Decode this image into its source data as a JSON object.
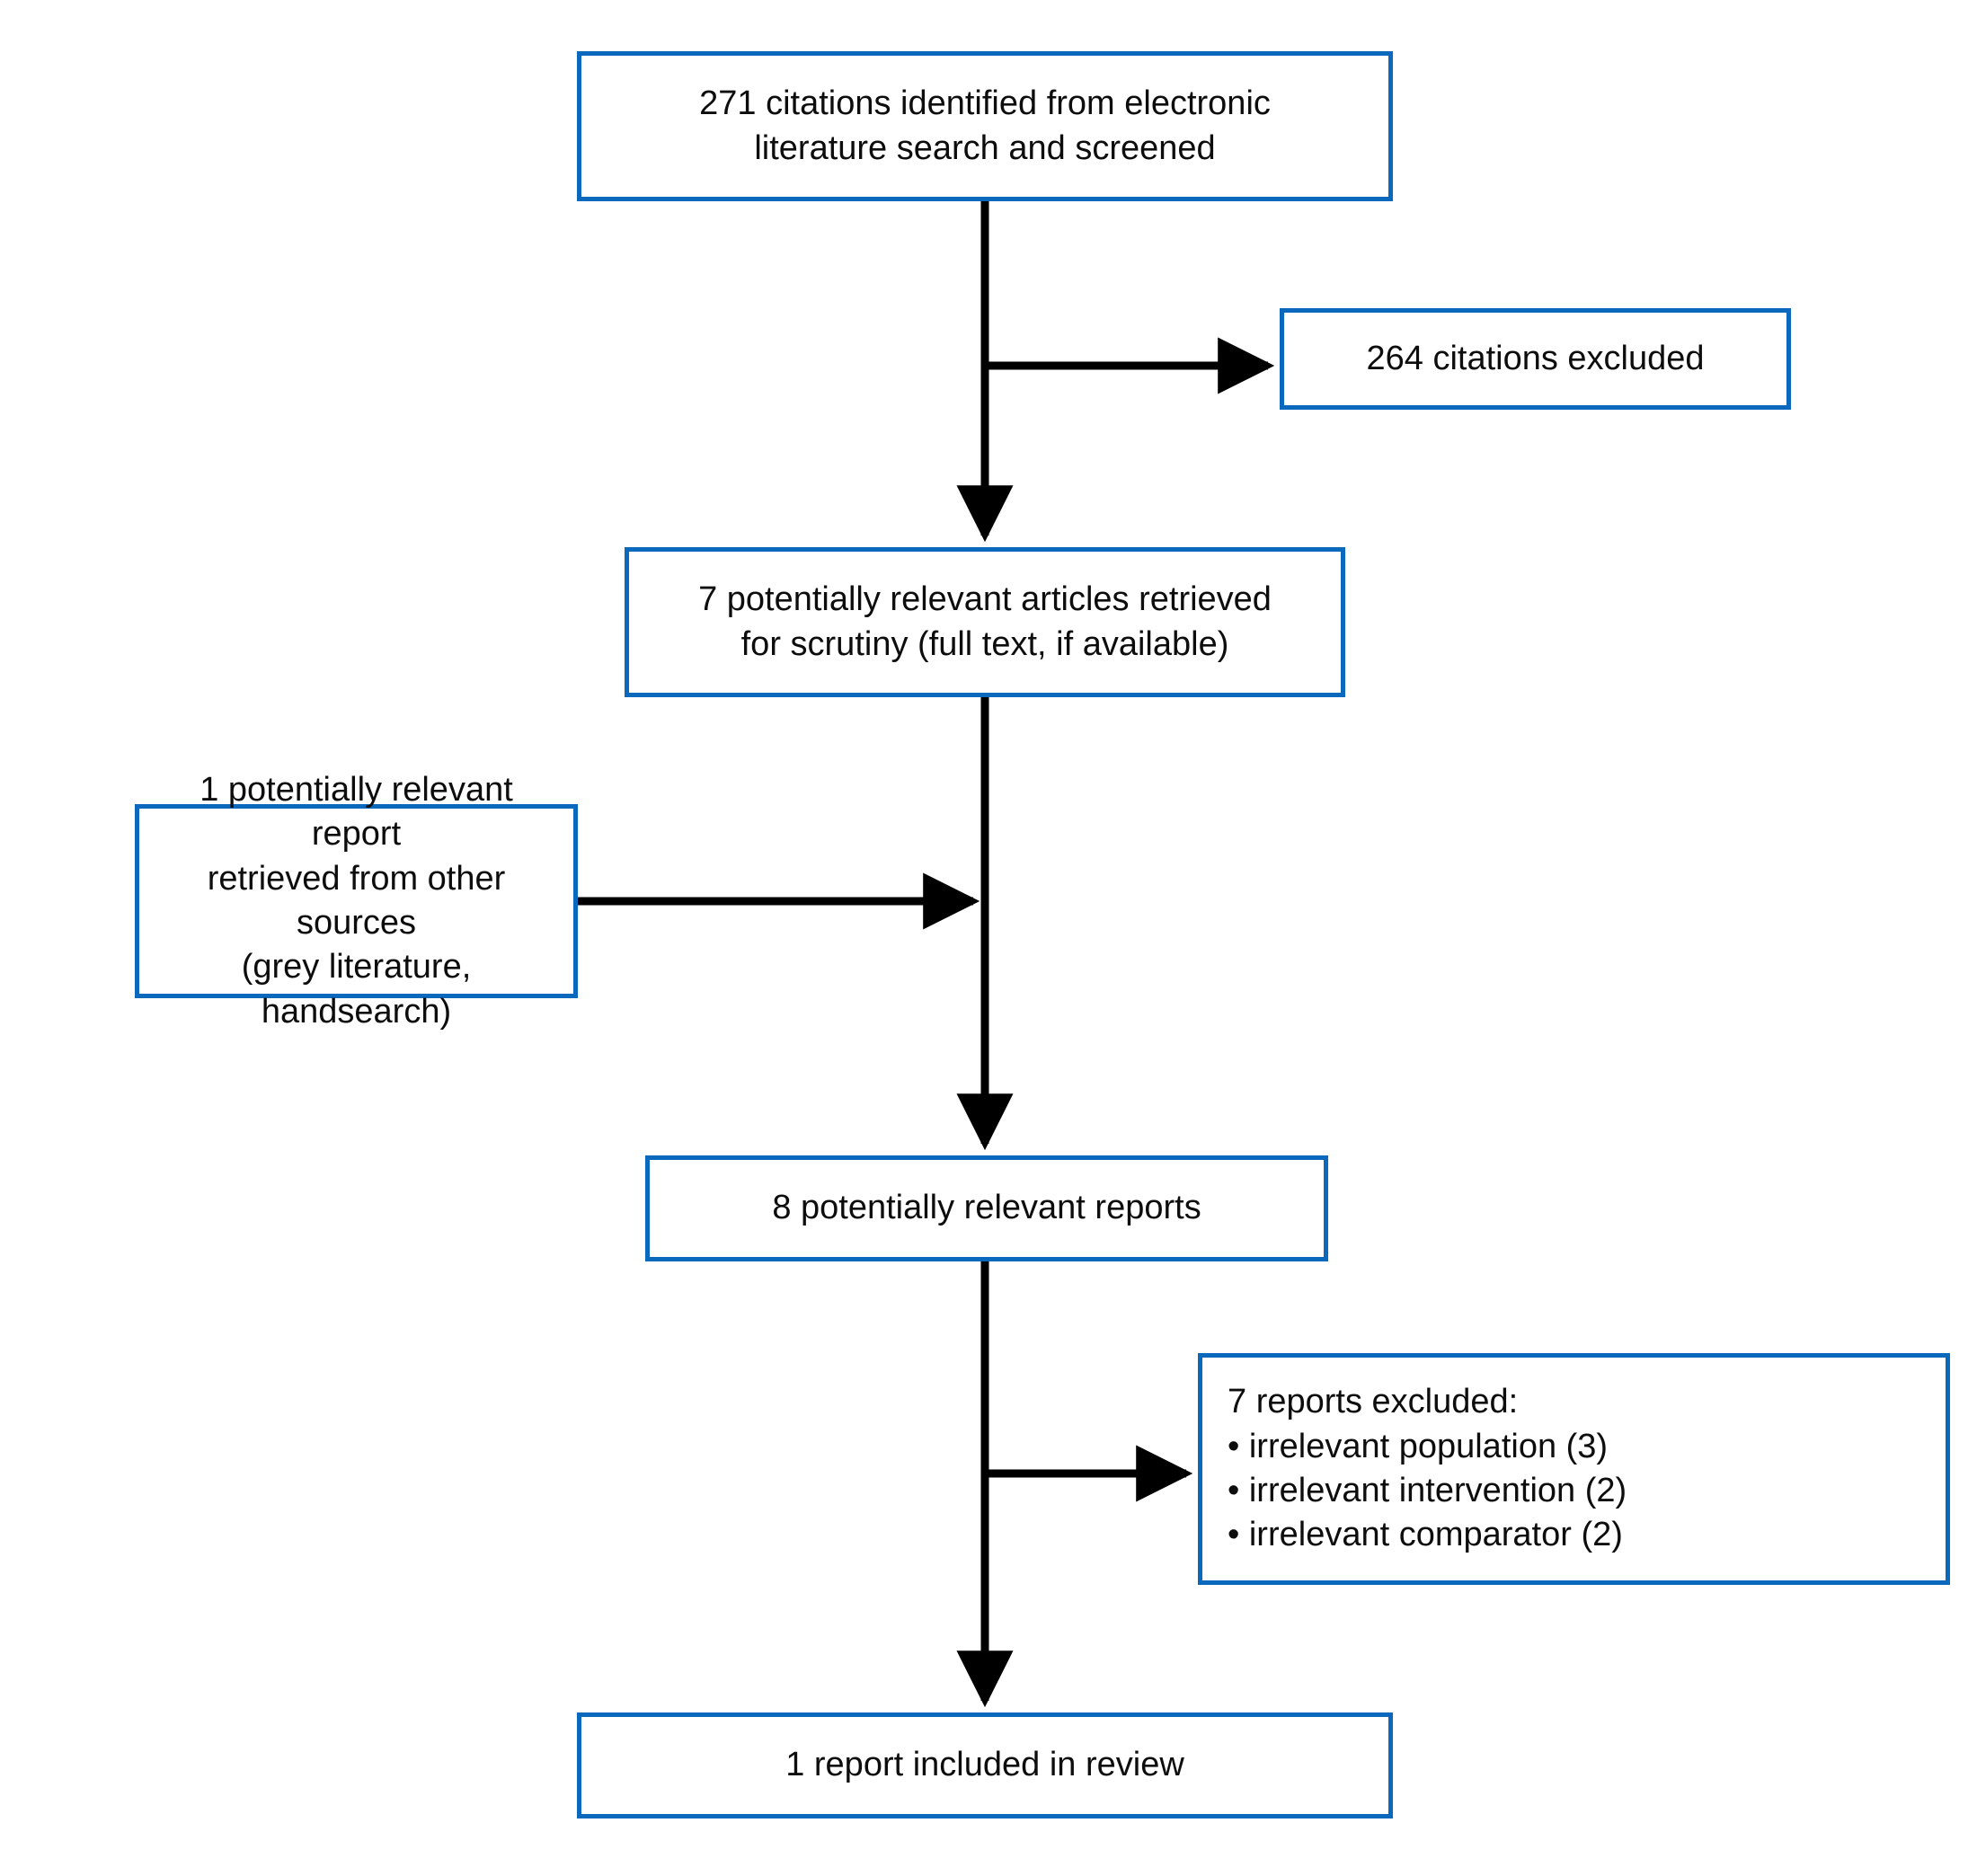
{
  "diagram": {
    "type": "prisma-study-flow",
    "accent_color": "#0a68bd",
    "connector_color": "#000000",
    "background_color": "#ffffff",
    "nodes": {
      "identified": "271 citations identified from electronic\nliterature search and screened",
      "excluded_citations": "264 citations excluded",
      "retrieved": "7 potentially relevant articles retrieved\nfor scrutiny (full text, if available)",
      "other_sources": "1 potentially relevant report\nretrieved from other sources\n(grey literature, handsearch)",
      "reports": "8 potentially relevant reports",
      "excluded_reports": "7 reports excluded:\n• irrelevant population (3)\n• irrelevant intervention (2)\n• irrelevant comparator (2)",
      "included": "1 report included in review"
    },
    "edges": [
      {
        "name": "identified-to-retrieved",
        "from": "identified",
        "to": "retrieved",
        "style": "arrow-down"
      },
      {
        "name": "identified-to-excluded-citations",
        "from": "identified",
        "to": "excluded_citations",
        "style": "arrow-right"
      },
      {
        "name": "retrieved-to-reports",
        "from": "retrieved",
        "to": "reports",
        "style": "arrow-down"
      },
      {
        "name": "other-sources-to-trunk",
        "from": "other_sources",
        "to": "reports",
        "style": "arrow-right"
      },
      {
        "name": "reports-to-included",
        "from": "reports",
        "to": "included",
        "style": "arrow-down"
      },
      {
        "name": "reports-to-excluded-reports",
        "from": "reports",
        "to": "excluded_reports",
        "style": "arrow-right"
      }
    ]
  }
}
